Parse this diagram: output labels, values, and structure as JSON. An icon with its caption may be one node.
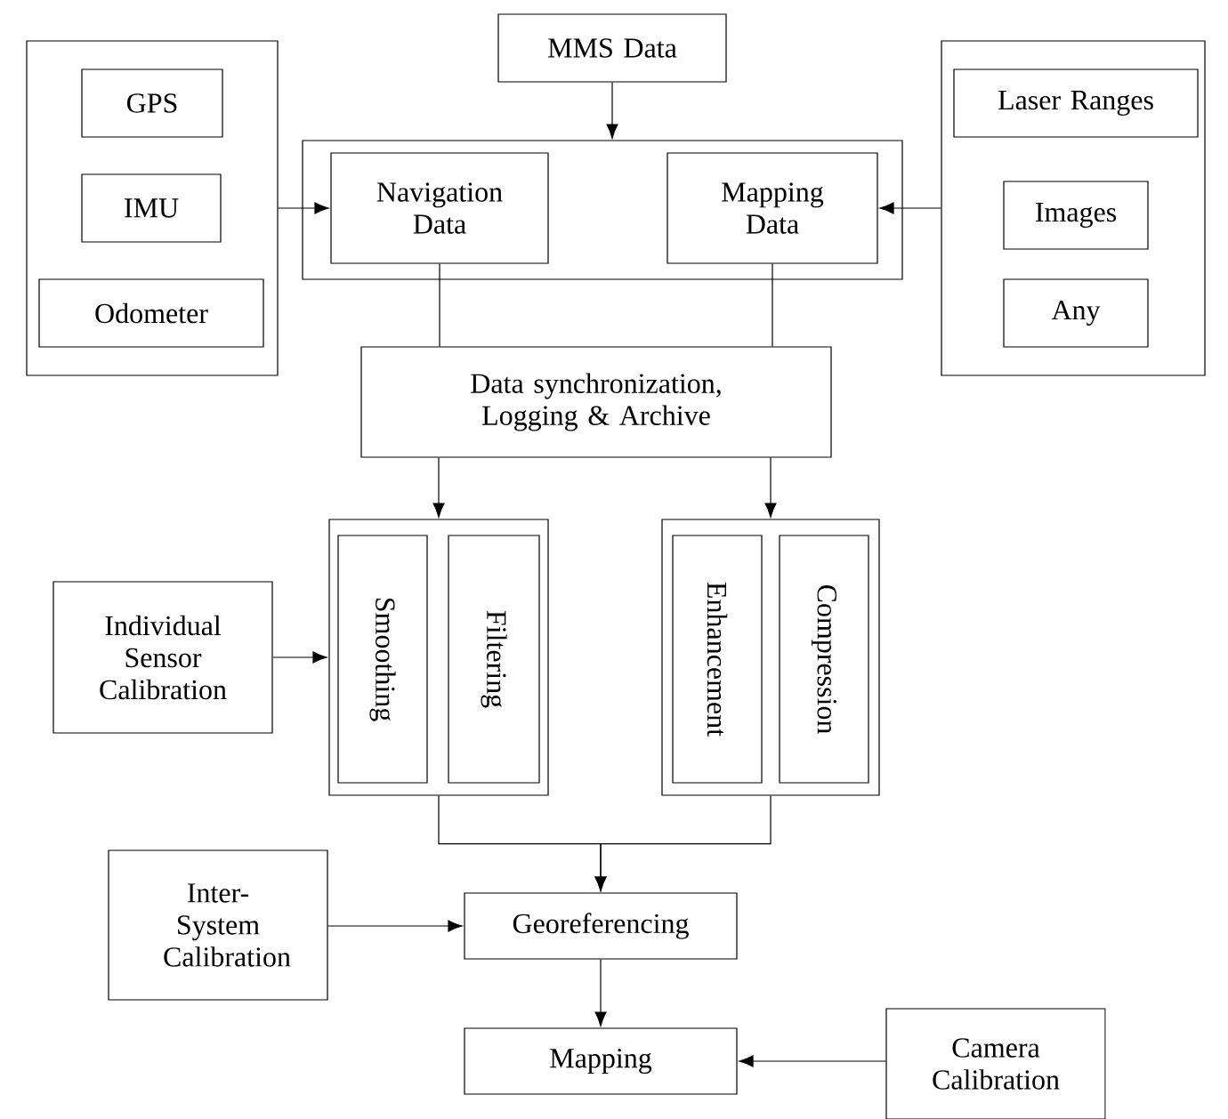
{
  "diagram": {
    "nodes": [
      {
        "text": [],
        "shape": "box"
      },
      {
        "text": [
          "GPS"
        ],
        "in": 0
      },
      {
        "text": [
          "IMU"
        ],
        "in": 0
      },
      {
        "text": [
          "Odometer"
        ],
        "in": 0
      },
      {
        "text": [
          "MMS Data"
        ]
      },
      {
        "text": [],
        "shape": "box"
      },
      {
        "text": [
          "Navigation Data"
        ],
        "in": 5
      },
      {
        "text": [
          "Mapping Data"
        ],
        "in": 5
      },
      {
        "text": [],
        "shape": "box"
      },
      {
        "text": [
          "Laser Ranges"
        ],
        "in": 8
      },
      {
        "text": [
          "Images"
        ],
        "in": 8
      },
      {
        "text": [
          "Any"
        ],
        "in": 8
      },
      {
        "text": [
          "Data synchronization, Logging & Archive"
        ]
      },
      {
        "text": [],
        "shape": "box"
      },
      {
        "text": [
          "Smoothing"
        ],
        "in": 13
      },
      {
        "text": [
          "Filtering"
        ],
        "in": 13
      },
      {
        "text": [],
        "shape": "box"
      },
      {
        "text": [
          "Enhancement"
        ],
        "in": 16
      },
      {
        "text": [
          "Compression"
        ],
        "in": 16
      },
      {
        "text": [
          "Individual Sensor Calibration"
        ]
      },
      {
        "text": [
          "Inter-System Calibration"
        ]
      },
      {
        "text": [
          "Georeferencing"
        ]
      },
      {
        "text": [
          "Mapping"
        ]
      },
      {
        "text": [
          "Camera Calibration"
        ]
      }
    ],
    "edges": [
      {
        "from": 4,
        "to": 5,
        "arrow": "to"
      },
      {
        "from": 0,
        "to": 6,
        "arrow": "to"
      },
      {
        "from": 8,
        "to": 7,
        "arrow": "to"
      },
      {
        "from": 6,
        "to": 12,
        "arrow": "none"
      },
      {
        "from": 7,
        "to": 12,
        "arrow": "none"
      },
      {
        "from": 12,
        "to": 13,
        "arrow": "to"
      },
      {
        "from": 12,
        "to": 16,
        "arrow": "to"
      },
      {
        "from": 19,
        "to": 13,
        "arrow": "to"
      },
      {
        "from": 13,
        "to": 21,
        "arrow": "to"
      },
      {
        "from": 16,
        "to": 21,
        "arrow": "to"
      },
      {
        "from": 20,
        "to": 21,
        "arrow": "to"
      },
      {
        "from": 21,
        "to": 22,
        "arrow": "to"
      },
      {
        "from": 23,
        "to": 22,
        "arrow": "to"
      }
    ]
  }
}
